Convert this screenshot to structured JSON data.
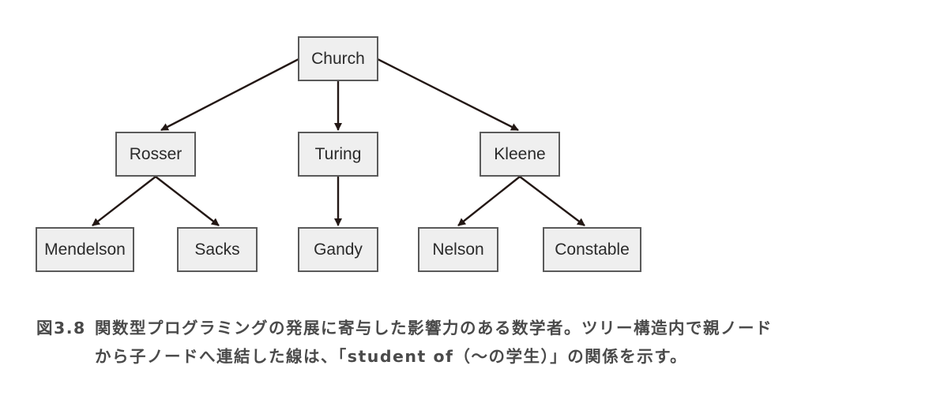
{
  "nodes": {
    "church": "Church",
    "rosser": "Rosser",
    "turing": "Turing",
    "kleene": "Kleene",
    "mendelson": "Mendelson",
    "sacks": "Sacks",
    "gandy": "Gandy",
    "nelson": "Nelson",
    "constable": "Constable"
  },
  "edges": [
    [
      "Church",
      "Rosser"
    ],
    [
      "Church",
      "Turing"
    ],
    [
      "Church",
      "Kleene"
    ],
    [
      "Rosser",
      "Mendelson"
    ],
    [
      "Rosser",
      "Sacks"
    ],
    [
      "Turing",
      "Gandy"
    ],
    [
      "Kleene",
      "Nelson"
    ],
    [
      "Kleene",
      "Constable"
    ]
  ],
  "caption": {
    "label": "図3.8",
    "line1": "関数型プログラミングの発展に寄与した影響力のある数学者。ツリー構造内で親ノード",
    "line2": "から子ノードへ連結した線は、「student of（〜の学生）」の関係を示す。"
  }
}
